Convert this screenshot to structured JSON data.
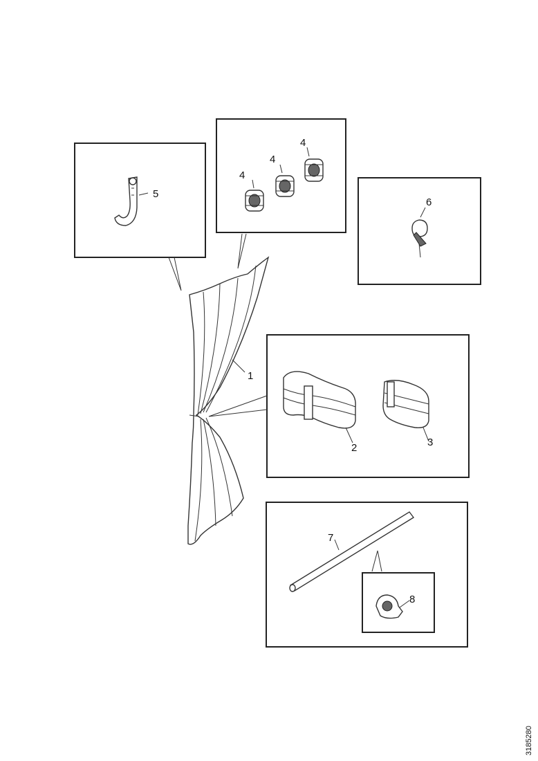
{
  "diagram": {
    "callouts": {
      "curtain": "1",
      "tieback_double": "2",
      "tieback_single": "3",
      "runner_a": "4",
      "runner_b": "4",
      "runner_c": "4",
      "hook": "5",
      "end_stop": "6",
      "rail": "7",
      "rail_bracket": "8"
    },
    "figure_ref": "3185280"
  }
}
